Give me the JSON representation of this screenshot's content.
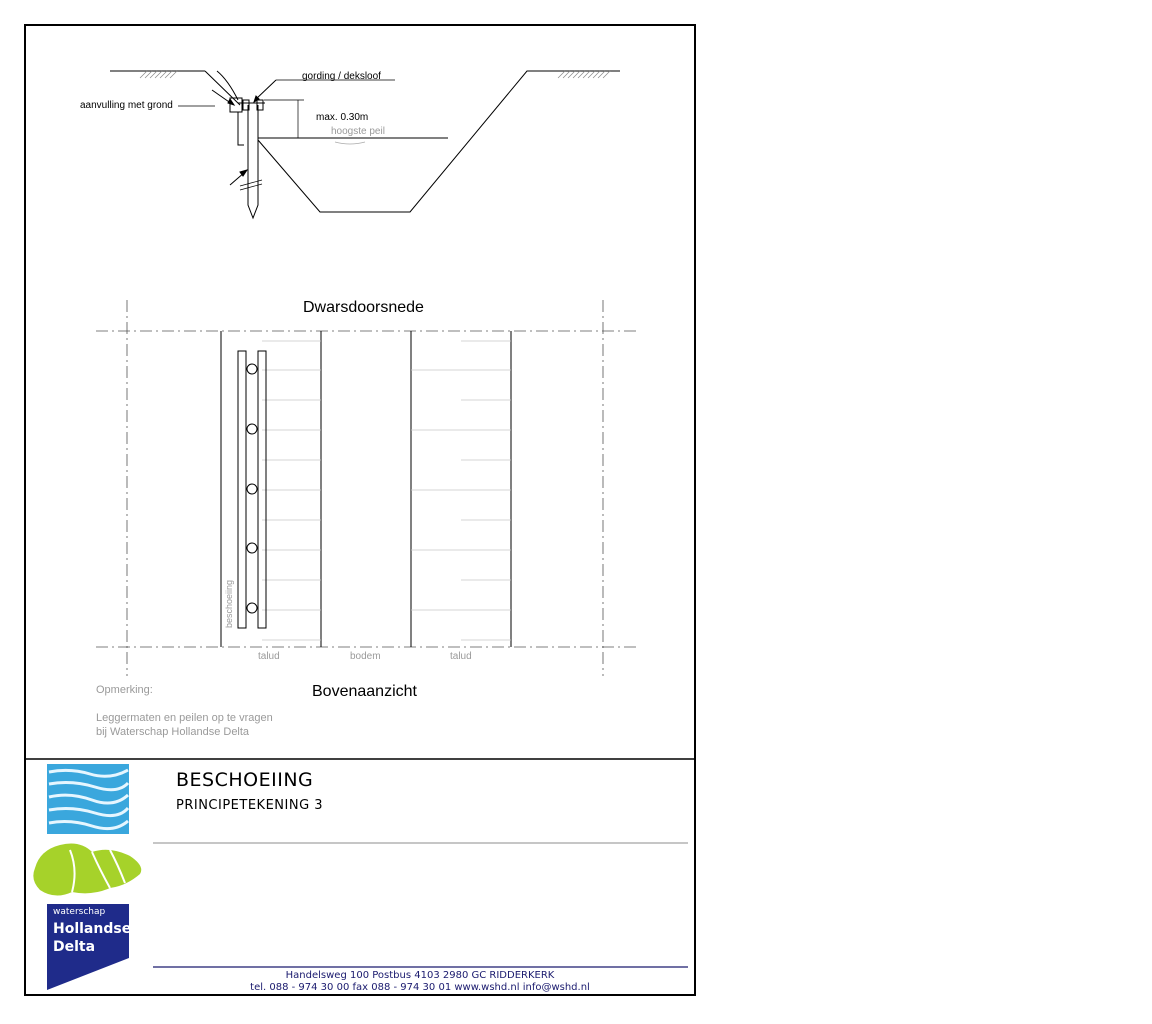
{
  "section": {
    "label_backfill": "aanvulling met grond",
    "label_waling": "gording / deksloof",
    "label_max": "max. 0.30m",
    "label_water": "hoogste peil",
    "title": "Dwarsdoorsnede"
  },
  "plan": {
    "label_sheeting": "beschoeiing",
    "label_talud_left": "talud",
    "label_bodem": "bodem",
    "label_talud_right": "talud",
    "title": "Bovenaanzicht"
  },
  "remarks": {
    "heading": "Opmerking:",
    "line1": "Leggermaten en peilen op te vragen",
    "line2": "bij Waterschap Hollandse Delta"
  },
  "title_block": {
    "title": "BESCHOEIING",
    "subtitle": "PRINCIPETEKENING 3",
    "logo_line1": "waterschap",
    "logo_line2": "Hollandse",
    "logo_line3": "Delta",
    "address": "Handelsweg 100  Postbus 4103  2980 GC  RIDDERKERK",
    "contact": "tel. 088 - 974 30 00  fax 088 - 974 30 01  www.wshd.nl  info@wshd.nl"
  },
  "colors": {
    "water_blue": "#3aa7dd",
    "land_green": "#a6d22a",
    "logo_navy": "#1f2b8a",
    "address_text": "#1a1a6e"
  }
}
